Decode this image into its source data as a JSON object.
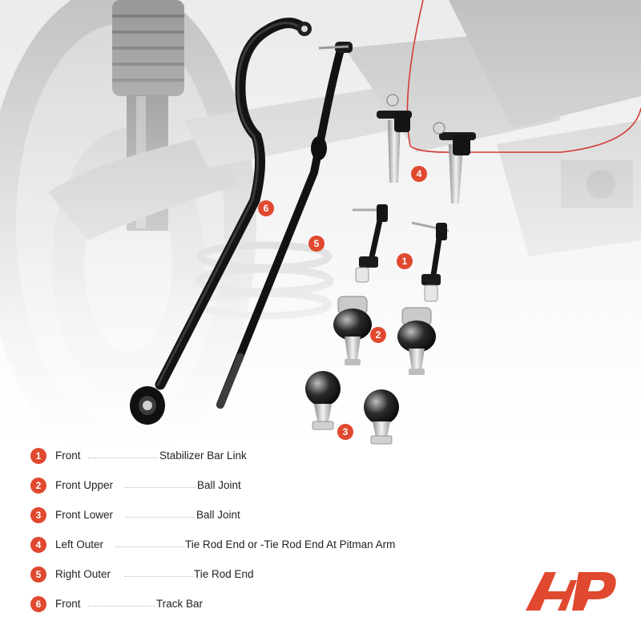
{
  "colors": {
    "accent": "#e0492f",
    "part_black": "#141414",
    "background_gray": "#d6d6d6",
    "red_line": "#d33a32"
  },
  "callouts": [
    "1",
    "2",
    "3",
    "4",
    "5",
    "6"
  ],
  "legend": [
    {
      "num": "1",
      "position": "Front",
      "part": "Stabilizer Bar Link"
    },
    {
      "num": "2",
      "position": "Front Upper",
      "part": "Ball Joint"
    },
    {
      "num": "3",
      "position": "Front Lower",
      "part": "Ball Joint"
    },
    {
      "num": "4",
      "position": "Left Outer",
      "part": "Tie Rod End or -Tie Rod End At Pitman Arm"
    },
    {
      "num": "5",
      "position": "Right Outer",
      "part": "Tie Rod End"
    },
    {
      "num": "6",
      "position": "Front",
      "part": "Track Bar"
    }
  ],
  "logo": {
    "name": "brand-logo",
    "color": "#e0492f"
  }
}
